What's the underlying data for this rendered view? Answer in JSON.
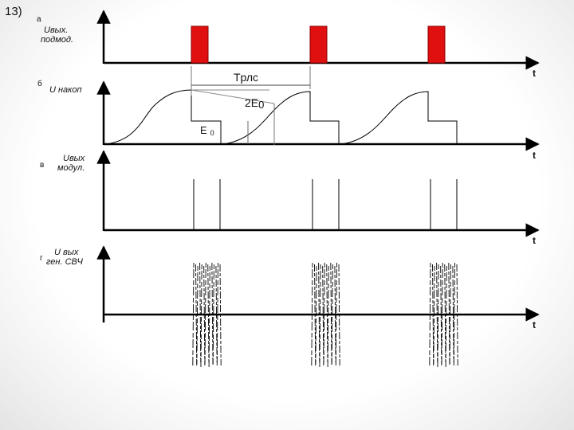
{
  "slide_number": "13)",
  "panels": [
    {
      "letter": "а",
      "signal_line1": "Uвых.",
      "signal_line2": "подмод.",
      "axis_label": "t"
    },
    {
      "letter": "б",
      "signal_line1": "U накоп",
      "signal_line2": "",
      "axis_label": "t"
    },
    {
      "letter": "в",
      "signal_line1": "Uвых",
      "signal_line2": "модул.",
      "axis_label": "t"
    },
    {
      "letter": "г",
      "signal_line1": "U вых",
      "signal_line2": "ген. СВЧ",
      "axis_label": "t"
    }
  ],
  "annotations": {
    "period": "Tрлс",
    "level_2e0_base": "2E",
    "level_2e0_sub": "0",
    "level_e0_base": "E",
    "level_e0_sub": "0"
  },
  "colors": {
    "pulse_fill": "#e01010",
    "pulse_edge": "#8a0000",
    "line": "#000000"
  }
}
